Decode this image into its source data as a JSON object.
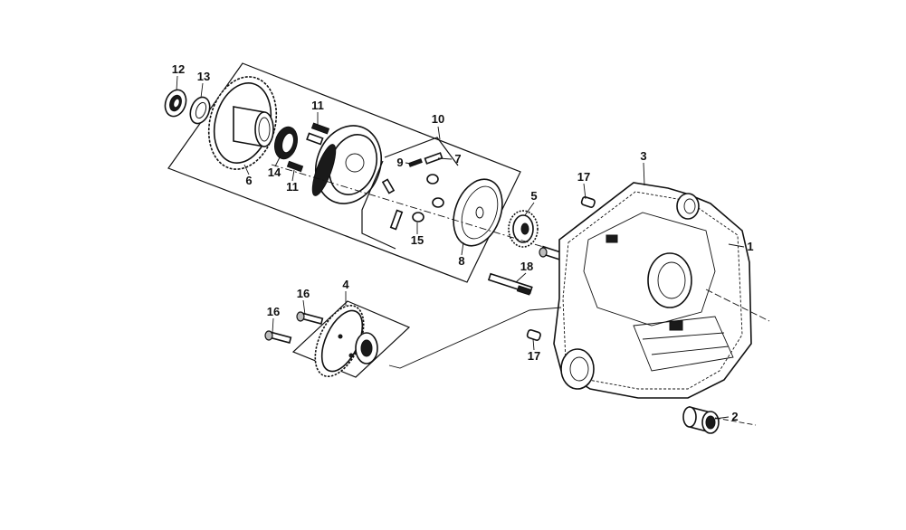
{
  "callouts": [
    {
      "id": "c1",
      "text": "1"
    },
    {
      "id": "c2",
      "text": "2"
    },
    {
      "id": "c3",
      "text": "3"
    },
    {
      "id": "c4",
      "text": "4"
    },
    {
      "id": "c5",
      "text": "5"
    },
    {
      "id": "c6",
      "text": "6"
    },
    {
      "id": "c7",
      "text": "7"
    },
    {
      "id": "c8",
      "text": "8"
    },
    {
      "id": "c9",
      "text": "9"
    },
    {
      "id": "c10",
      "text": "10"
    },
    {
      "id": "c11a",
      "text": "11"
    },
    {
      "id": "c11b",
      "text": "11"
    },
    {
      "id": "c12",
      "text": "12"
    },
    {
      "id": "c13",
      "text": "13"
    },
    {
      "id": "c14",
      "text": "14"
    },
    {
      "id": "c15",
      "text": "15"
    },
    {
      "id": "c16a",
      "text": "16"
    },
    {
      "id": "c16b",
      "text": "16"
    },
    {
      "id": "c17a",
      "text": "17"
    },
    {
      "id": "c17b",
      "text": "17"
    },
    {
      "id": "c18",
      "text": "18"
    }
  ]
}
